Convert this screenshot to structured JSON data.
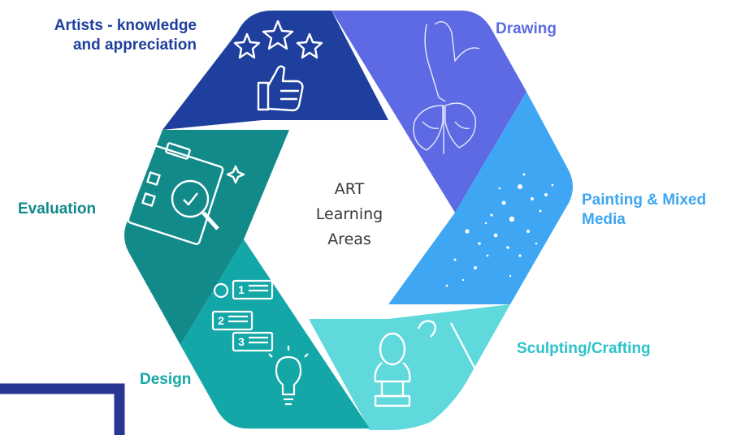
{
  "center_title": [
    "ART",
    "Learning",
    "Areas"
  ],
  "segments": [
    {
      "label": [
        "Artists - knowledge",
        "and appreciation"
      ],
      "color": "#1f3f9e",
      "icon": "stars-thumbs-up-icon"
    },
    {
      "label": [
        "Drawing"
      ],
      "color": "#5d6ae3",
      "icon": "hand-drawing-butterfly-icon"
    },
    {
      "label": [
        "Painting & Mixed",
        "Media"
      ],
      "color": "#3ea6f2",
      "icon": "paint-splatter-icon"
    },
    {
      "label": [
        "Sculpting/Crafting"
      ],
      "color": "#5fd9dc",
      "icon": "bust-sculpture-icon"
    },
    {
      "label": [
        "Design"
      ],
      "color": "#14a7a7",
      "icon": "numbered-steps-lightbulb-icon"
    },
    {
      "label": [
        "Evaluation"
      ],
      "color": "#128a8a",
      "icon": "clipboard-magnifier-icon"
    }
  ],
  "step_numbers": [
    "1",
    "2",
    "3"
  ],
  "colors": {
    "artists_label": "#1f3f9e",
    "drawing_label": "#5d6ae3",
    "painting_label": "#3ea6f2",
    "sculpting_label": "#2bc3cb",
    "design_label": "#14a7a7",
    "evaluation_label": "#128a8a",
    "corner_bracket": "#283593"
  }
}
